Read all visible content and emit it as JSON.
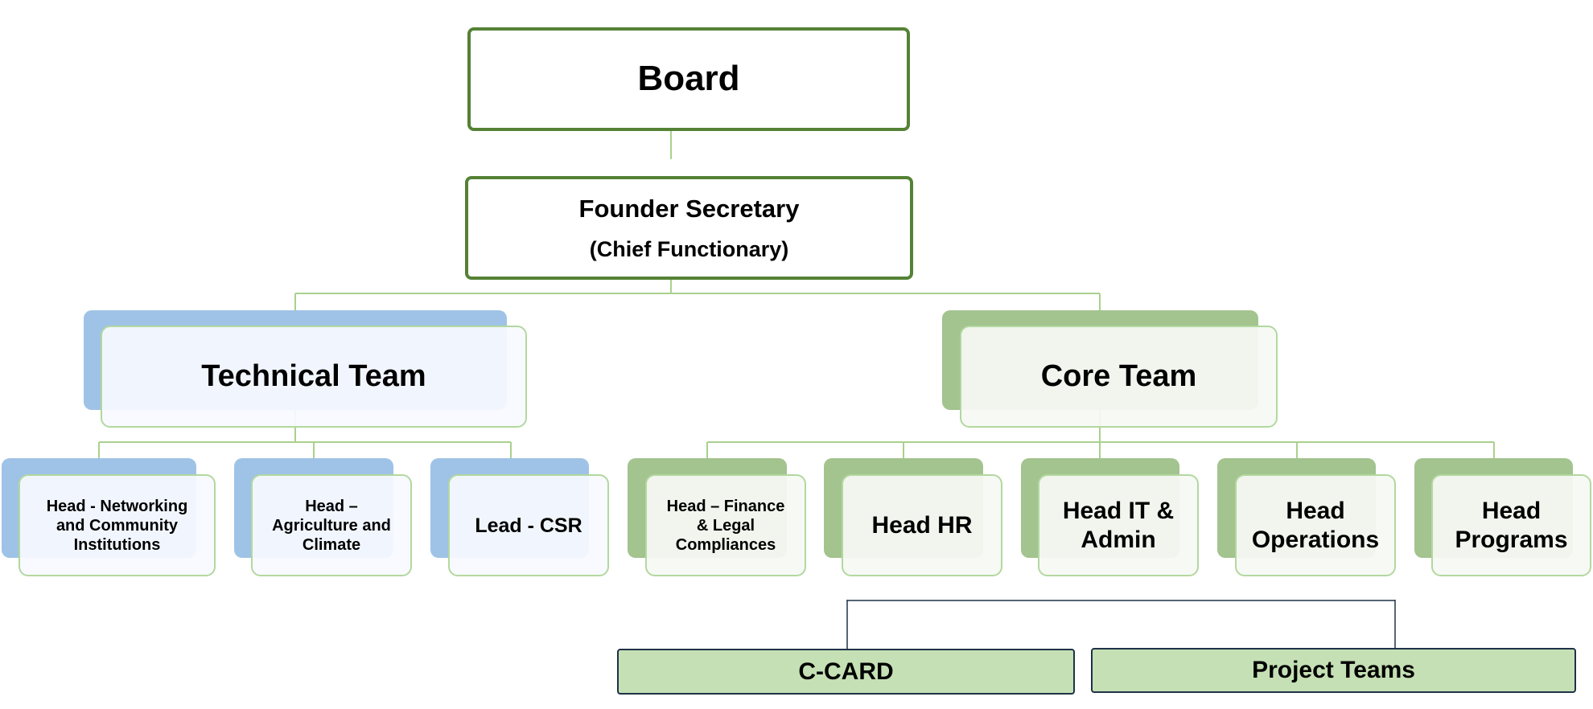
{
  "chart": {
    "board": "Board",
    "founder": {
      "line1": "Founder Secretary",
      "line2": "(Chief Functionary)"
    },
    "technical_team": {
      "label": "Technical Team",
      "members": [
        {
          "lines": [
            "Head -  Networking",
            "and Community",
            "Institutions"
          ]
        },
        {
          "lines": [
            "Head –",
            "Agriculture and",
            "Climate"
          ]
        },
        {
          "lines": [
            "Lead - CSR"
          ]
        }
      ]
    },
    "core_team": {
      "label": "Core Team",
      "members": [
        {
          "lines": [
            "Head – Finance",
            "& Legal",
            "Compliances"
          ]
        },
        {
          "lines": [
            "Head HR"
          ]
        },
        {
          "lines": [
            "Head IT &",
            "Admin"
          ]
        },
        {
          "lines": [
            "Head",
            "Operations"
          ]
        },
        {
          "lines": [
            "Head",
            "Programs"
          ]
        }
      ]
    },
    "bottom": {
      "ccard": "C-CARD",
      "project_teams": "Project Teams"
    }
  },
  "colors": {
    "main_border": "#548235",
    "connector_green": "#a9d18e",
    "connector_navy": "#1f3248",
    "blue_shadow": "#9fc3e6",
    "green_shadow": "#a3c38f",
    "bottom_fill": "#c5e0b4"
  }
}
